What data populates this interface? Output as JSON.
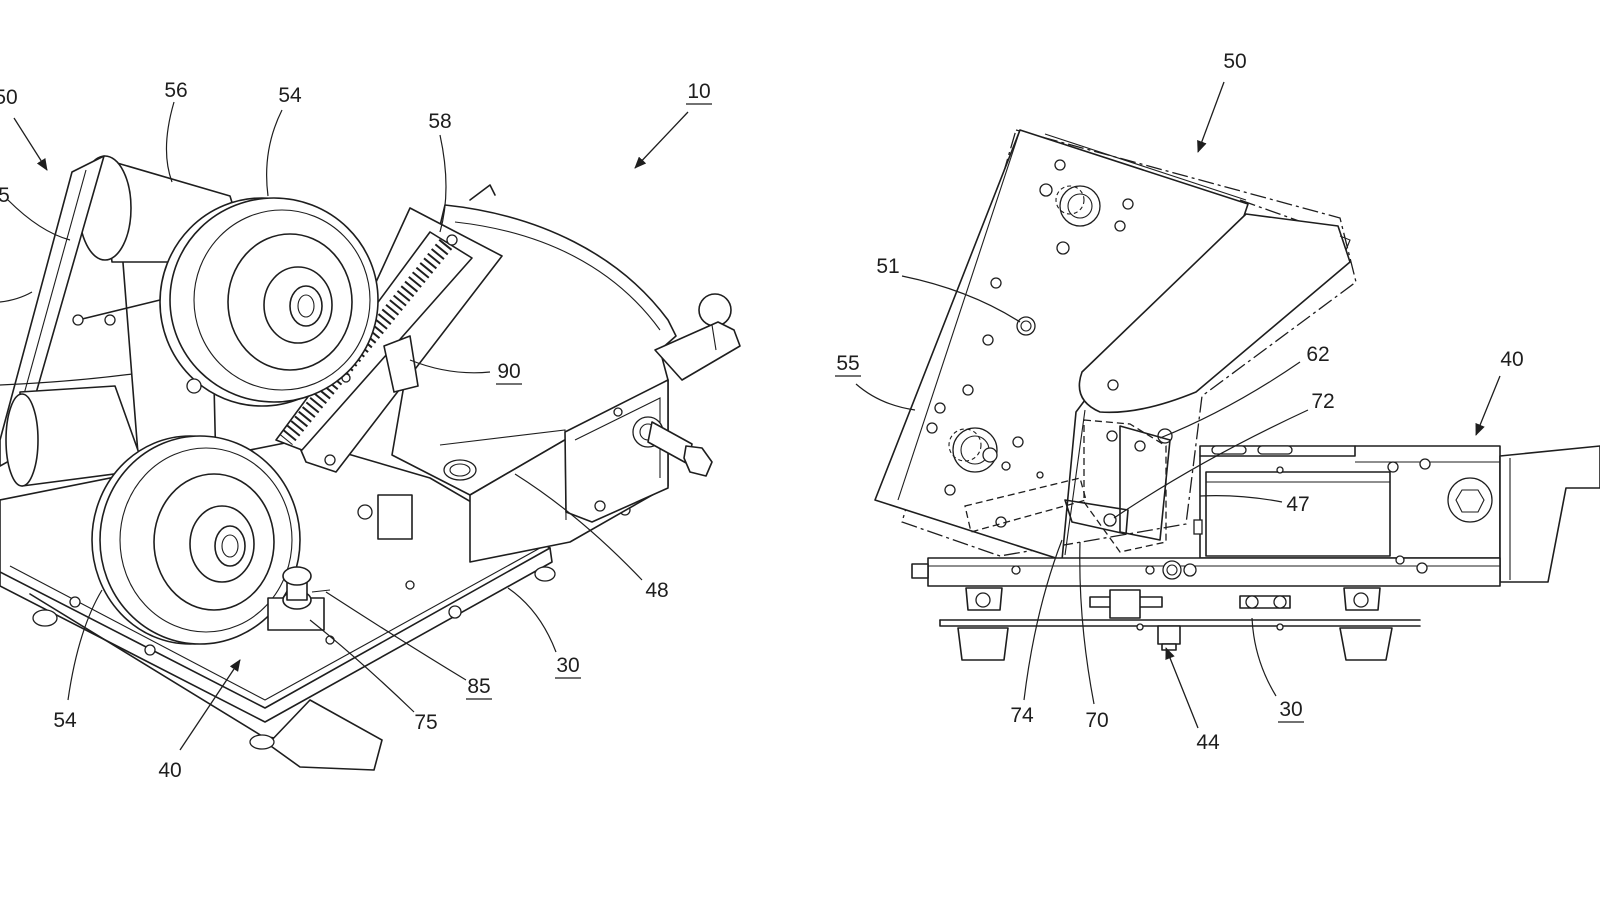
{
  "figure_left": {
    "labels": {
      "l50": "50",
      "l55_fragment": "5",
      "l56": "56",
      "l54_top": "54",
      "l58": "58",
      "l10": "10",
      "l90": "90",
      "l48": "48",
      "l30": "30",
      "l85": "85",
      "l75": "75",
      "l54_bottom": "54",
      "l40": "40"
    }
  },
  "figure_right": {
    "labels": {
      "l50": "50",
      "l51": "51",
      "l55": "55",
      "l62": "62",
      "l72": "72",
      "l40": "40",
      "l47": "47",
      "l74": "74",
      "l70": "70",
      "l44": "44",
      "l30": "30"
    }
  }
}
